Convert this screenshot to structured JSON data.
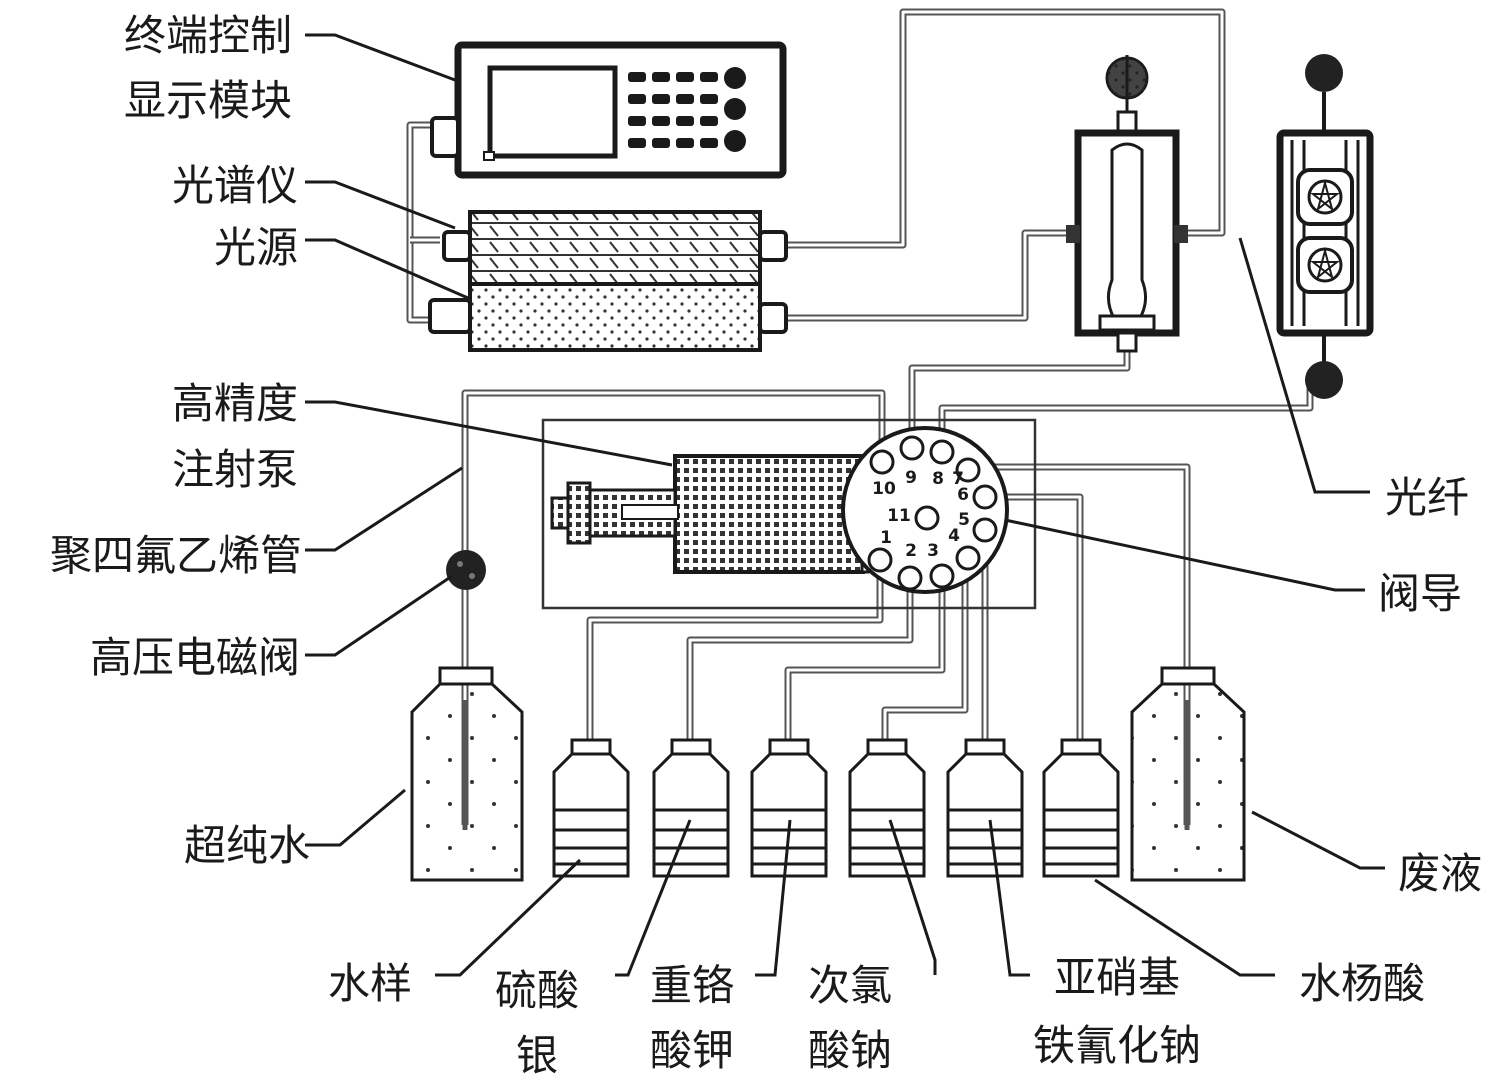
{
  "labels": {
    "terminal_line1": "终端控制",
    "terminal_line2": "显示模块",
    "spectrometer": "光谱仪",
    "light_source": "光源",
    "pump_line1": "高精度",
    "pump_line2": "注射泵",
    "ptfe_tube": "聚四氟乙烯管",
    "solenoid_valve": "高压电磁阀",
    "ultrapure_water": "超纯水",
    "optical_fiber": "光纤",
    "valve_guide": "阀导",
    "waste": "废液",
    "water_sample": "水样",
    "silver_sulfate_line1": "硫酸",
    "silver_sulfate_line2": "银",
    "potassium_dichromate_line1": "重铬",
    "potassium_dichromate_line2": "酸钾",
    "sodium_hypochlorite_line1": "次氯",
    "sodium_hypochlorite_line2": "酸钠",
    "nitroprusside_line1": "亚硝基",
    "nitroprusside_line2": "铁氰化钠",
    "salicylic_acid": "水杨酸"
  },
  "valve_ports": [
    "1",
    "2",
    "3",
    "4",
    "5",
    "6",
    "7",
    "8",
    "9",
    "10",
    "11"
  ],
  "colors": {
    "ink": "#1a1a1a",
    "pipe": "#555555",
    "stipple": "#333333"
  }
}
